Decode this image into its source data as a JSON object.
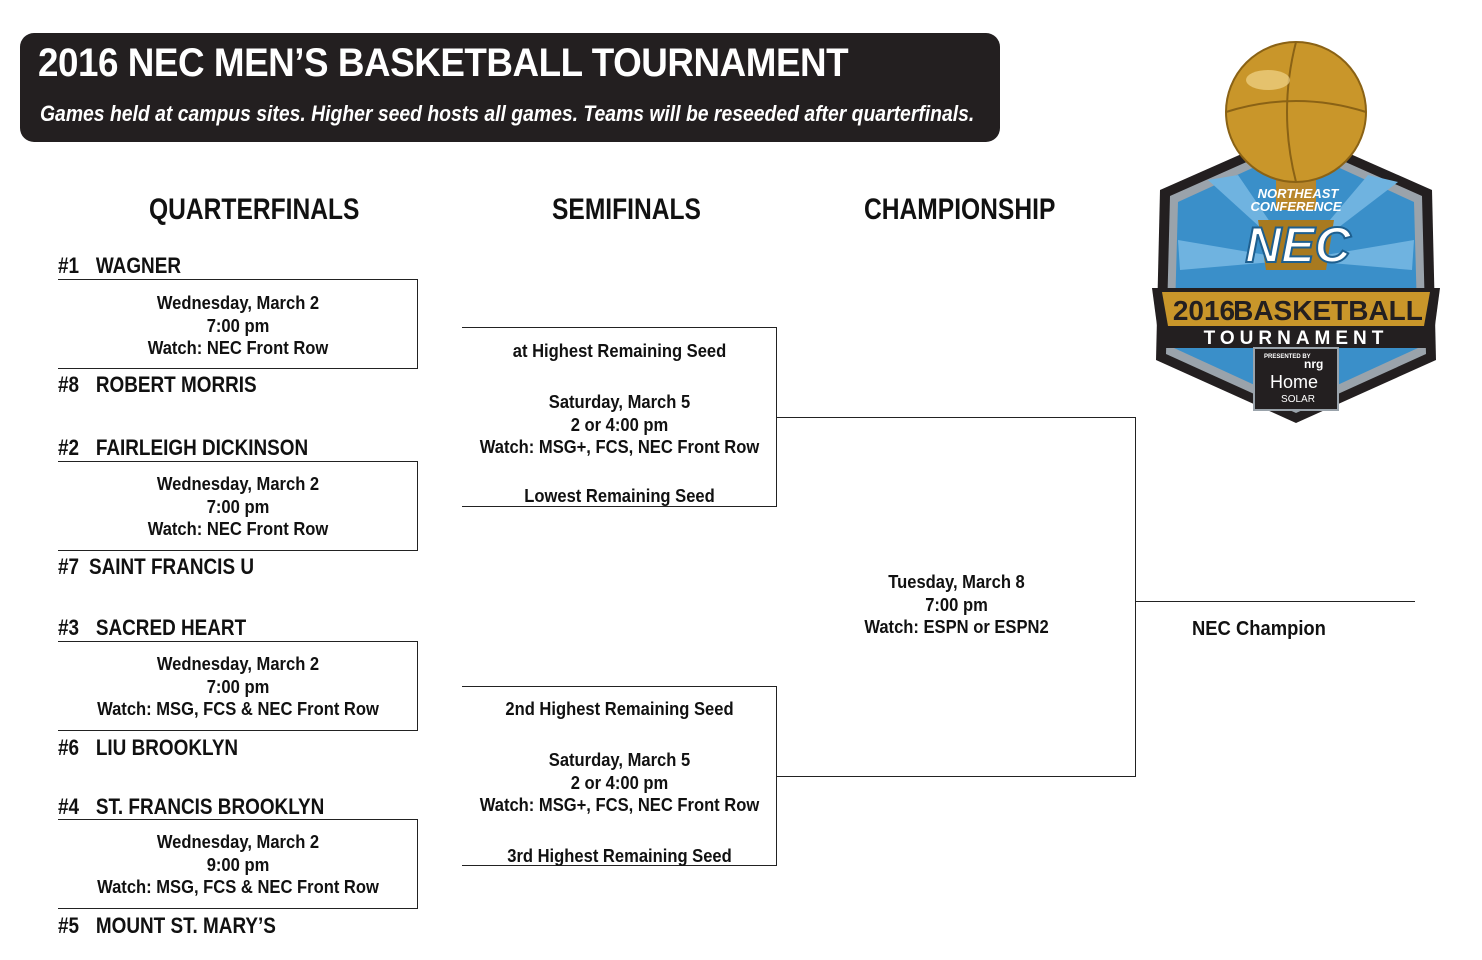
{
  "header": {
    "title": "2016 NEC MEN’S BASKETBALL TOURNAMENT",
    "subtitle": "Games held at campus sites. Higher seed hosts all games. Teams will be reseeded after quarterfinals."
  },
  "rounds": {
    "quarterfinals": "QUARTERFINALS",
    "semifinals": "SEMIFINALS",
    "championship": "CHAMPIONSHIP"
  },
  "quarterfinals": [
    {
      "top": {
        "seed": "#1",
        "name": "WAGNER"
      },
      "bottom": {
        "seed": "#8",
        "name": "ROBERT MORRIS"
      },
      "date": "Wednesday, March 2",
      "time": "7:00 pm",
      "watch": "Watch: NEC Front Row"
    },
    {
      "top": {
        "seed": "#2",
        "name": "FAIRLEIGH DICKINSON"
      },
      "bottom": {
        "seed": "#7",
        "name": "SAINT FRANCIS U"
      },
      "date": "Wednesday, March 2",
      "time": "7:00 pm",
      "watch": "Watch: NEC Front Row"
    },
    {
      "top": {
        "seed": "#3",
        "name": "SACRED HEART"
      },
      "bottom": {
        "seed": "#6",
        "name": "LIU BROOKLYN"
      },
      "date": "Wednesday, March 2",
      "time": "7:00 pm",
      "watch": "Watch: MSG, FCS & NEC Front Row"
    },
    {
      "top": {
        "seed": "#4",
        "name": "ST. FRANCIS BROOKLYN"
      },
      "bottom": {
        "seed": "#5",
        "name": "MOUNT ST. MARY’S"
      },
      "date": "Wednesday, March 2",
      "time": "9:00 pm",
      "watch": "Watch: MSG, FCS & NEC Front Row"
    }
  ],
  "semifinals": [
    {
      "top": "at Highest Remaining Seed",
      "date": "Saturday, March 5",
      "time": "2 or 4:00 pm",
      "watch": "Watch: MSG+, FCS, NEC Front Row",
      "bottom": "Lowest Remaining Seed"
    },
    {
      "top": "2nd Highest Remaining Seed",
      "date": "Saturday, March 5",
      "time": "2 or 4:00 pm",
      "watch": "Watch: MSG+, FCS, NEC Front Row",
      "bottom": "3rd Highest Remaining Seed"
    }
  ],
  "championship": {
    "date": "Tuesday, March 8",
    "time": "7:00 pm",
    "watch": "Watch: ESPN or ESPN2",
    "winner_label": "NEC Champion"
  },
  "logo": {
    "northeast": "NORTHEAST",
    "conference": "CONFERENCE",
    "nec": "NEC",
    "year": "2016",
    "basketball": "BASKETBALL",
    "tournament": "TOURNAMENT",
    "presented_by": "PRESENTED BY",
    "sponsor_brand": "nrg",
    "sponsor_home": "Home",
    "sponsor_solar": "SOLAR",
    "colors": {
      "gold": "#c9962a",
      "blue": "#3a8fc9",
      "black": "#231f20"
    }
  }
}
